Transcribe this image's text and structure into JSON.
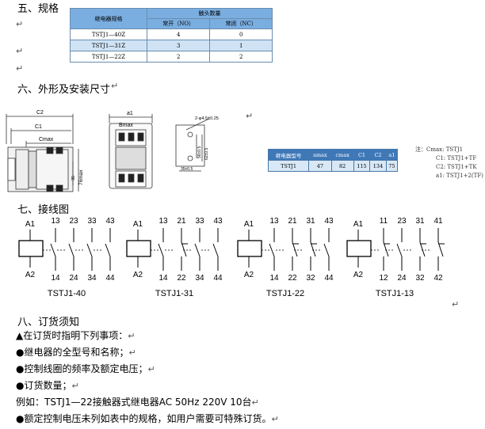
{
  "section5": {
    "title": "五、规格"
  },
  "spec_table": {
    "col_model": "继电器规格",
    "col_contacts": "触头数量",
    "col_no": "常开（NO）",
    "col_nc": "常闭（NC）",
    "rows": [
      {
        "model": "TSTJ1—40Z",
        "no": "4",
        "nc": "0"
      },
      {
        "model": "TSTJ1—31Z",
        "no": "3",
        "nc": "1"
      },
      {
        "model": "TSTJ1—22Z",
        "no": "2",
        "nc": "2"
      }
    ]
  },
  "section6": {
    "title": "六、外形及安装尺寸"
  },
  "drawing": {
    "c2": "C2",
    "c1": "C1",
    "cmax": "Cmax",
    "a1": "a1",
    "bmax": "Bmax",
    "dim_35": "35",
    "dim_76max": "76max",
    "holes": "2-φ4.5±0.25",
    "dim_56": "56±0.5",
    "dim_62": "62±0.5",
    "dim_35b": "35±0.5"
  },
  "dim_table": {
    "headers": [
      "继电器型号",
      "amax",
      "cmax",
      "C1",
      "C2",
      "a1"
    ],
    "row": [
      "TSTJ1",
      "47",
      "82",
      "115",
      "134",
      "75"
    ]
  },
  "dim_notes": [
    "注：Cmax: TSTJ1",
    "C1: TSTJ1+TF",
    "C2: TSTJ1+TK",
    "a1: TSTJ1+2(TF)"
  ],
  "section7": {
    "title": "七、接线图"
  },
  "wiring": [
    {
      "name": "TSTJ1-40",
      "top": [
        "13",
        "23",
        "33",
        "43"
      ],
      "bottom": [
        "14",
        "24",
        "34",
        "44"
      ],
      "nc": [
        false,
        false,
        false,
        false
      ]
    },
    {
      "name": "TSTJ1-31",
      "top": [
        "13",
        "21",
        "33",
        "43"
      ],
      "bottom": [
        "14",
        "22",
        "34",
        "44"
      ],
      "nc": [
        false,
        true,
        false,
        false
      ]
    },
    {
      "name": "TSTJ1-22",
      "top": [
        "13",
        "21",
        "31",
        "43"
      ],
      "bottom": [
        "14",
        "22",
        "32",
        "44"
      ],
      "nc": [
        false,
        true,
        true,
        false
      ]
    },
    {
      "name": "TSTJ1-13",
      "top": [
        "11",
        "23",
        "31",
        "41"
      ],
      "bottom": [
        "12",
        "24",
        "32",
        "42"
      ],
      "nc": [
        true,
        false,
        true,
        true
      ]
    }
  ],
  "coil": {
    "a1": "A1",
    "a2": "A2"
  },
  "section8": {
    "title": "八、订货须知",
    "lines": [
      "▲在订货时指明下列事项：",
      "●继电器的全型号和名称；",
      "●控制线圈的频率及额定电压；",
      "●订货数量；",
      "例如：TSTJ1—22接触器式继电器AC 50Hz 220V 10台",
      "●额定控制电压未列如表中的规格，如用户需要可特殊订货。"
    ]
  },
  "return_mark": "↵"
}
